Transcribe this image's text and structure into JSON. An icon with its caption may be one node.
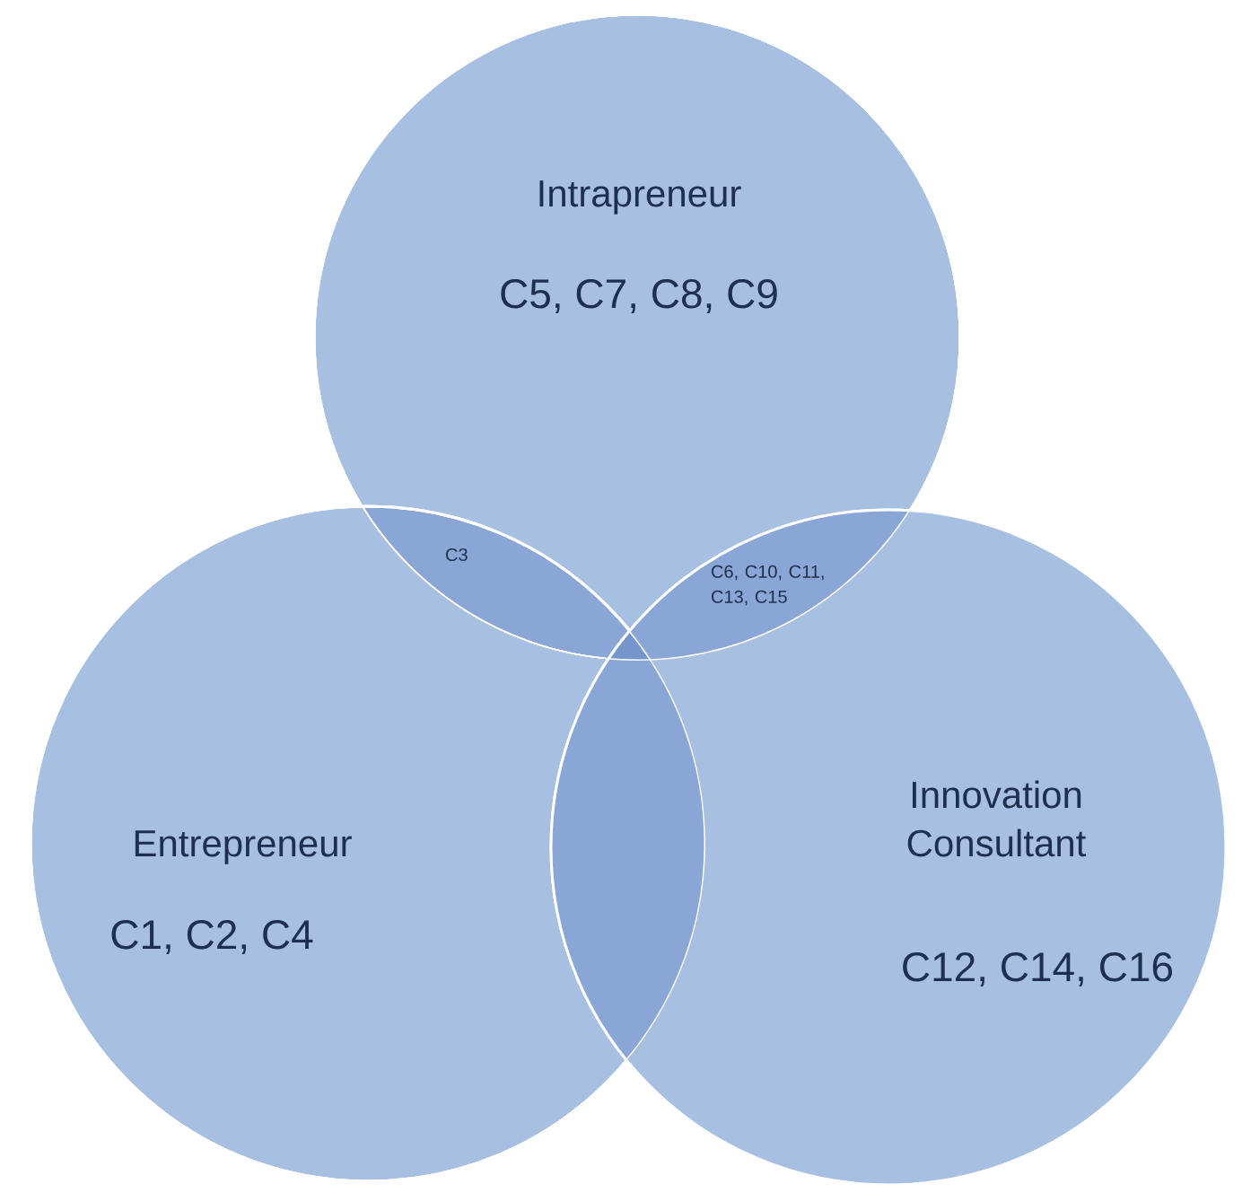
{
  "diagram": {
    "nodes": [
      {
        "text": [
          "Intrapreneur",
          "C5, C7, C8, C9"
        ]
      },
      {
        "text": [
          "Entrepreneur",
          "C1, C2, C4"
        ]
      },
      {
        "text": [
          "Innovation Consultant",
          "C12, C14, C16"
        ]
      }
    ],
    "labels": [
      "C3",
      "C6, C10, C11, C13, C15"
    ]
  }
}
